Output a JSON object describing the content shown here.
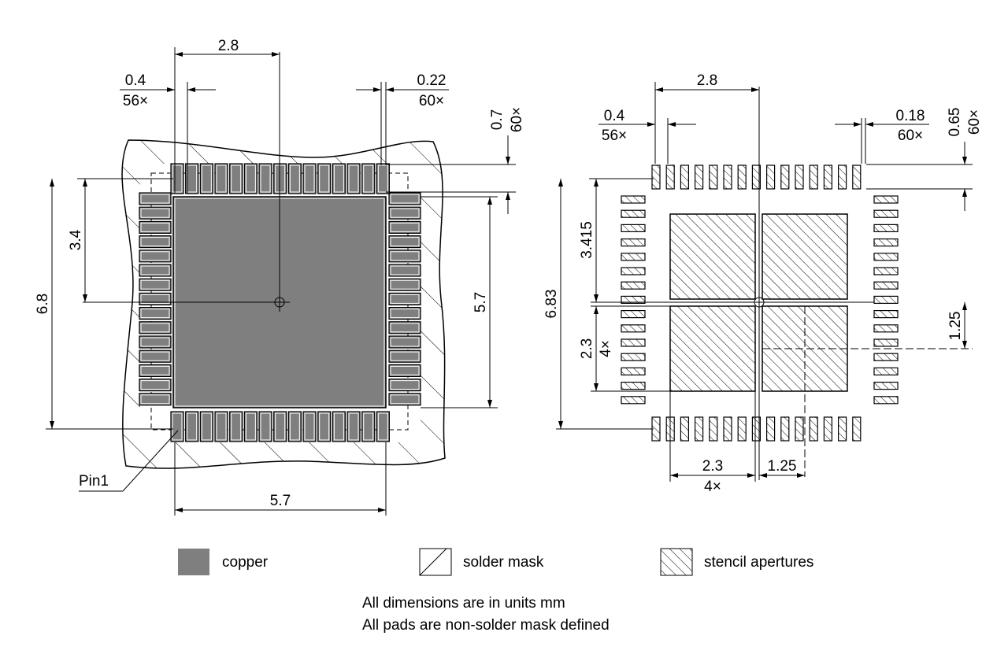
{
  "colors": {
    "copper": "#7f7f7f",
    "line": "#000000",
    "background": "#ffffff"
  },
  "left_view": {
    "dims": {
      "pitch_top": "2.8",
      "pad_width": "0.4",
      "pad_width_count": "56×",
      "mask_gap": "0.22",
      "mask_gap_count": "60×",
      "pad_length": "0.7",
      "pad_length_count": "60×",
      "half_height": "3.4",
      "full_height": "6.8",
      "ep_height": "5.7",
      "ep_width": "5.7"
    },
    "pin1_label": "Pin1"
  },
  "right_view": {
    "dims": {
      "pitch_top": "2.8",
      "pad_width": "0.4",
      "pad_width_count": "56×",
      "aperture_gap": "0.18",
      "aperture_gap_count": "60×",
      "pad_length": "0.65",
      "pad_length_count": "60×",
      "half_height": "3.415",
      "full_height": "6.83",
      "aperture_size_v": "2.3",
      "aperture_size_v_count": "4×",
      "aperture_offset_v": "1.25",
      "aperture_size_h": "2.3",
      "aperture_size_h_count": "4×",
      "aperture_offset_h": "1.25"
    }
  },
  "legend": [
    {
      "label": "copper",
      "swatch": "copper"
    },
    {
      "label": "solder mask",
      "swatch": "solder-mask"
    },
    {
      "label": "stencil apertures",
      "swatch": "stencil"
    }
  ],
  "notes": [
    "All dimensions are in units mm",
    "All pads are non-solder mask defined"
  ]
}
